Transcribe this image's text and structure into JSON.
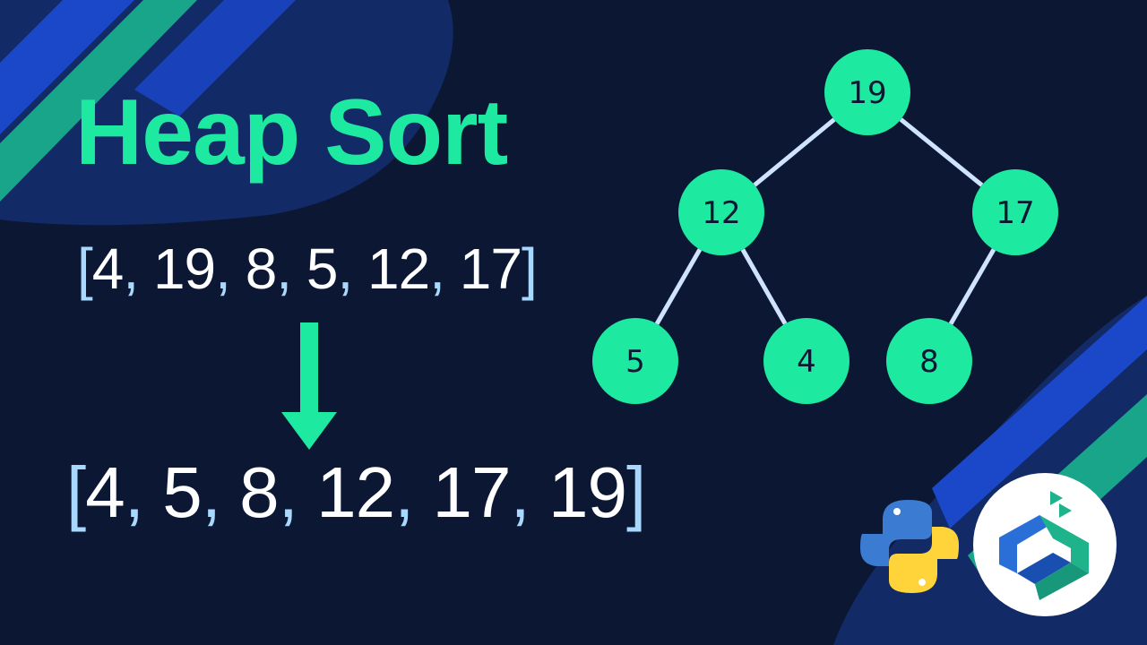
{
  "title": "Heap Sort",
  "unsorted": [
    "4",
    "19",
    "8",
    "5",
    "12",
    "17"
  ],
  "sorted": [
    "4",
    "5",
    "8",
    "12",
    "17",
    "19"
  ],
  "tree": {
    "nodes": [
      {
        "id": "root",
        "label": "19"
      },
      {
        "id": "left",
        "label": "12"
      },
      {
        "id": "right",
        "label": "17"
      },
      {
        "id": "left-left",
        "label": "5"
      },
      {
        "id": "left-right",
        "label": "4"
      },
      {
        "id": "right-left",
        "label": "8"
      }
    ],
    "edges": [
      [
        "root",
        "left"
      ],
      [
        "root",
        "right"
      ],
      [
        "left",
        "left-left"
      ],
      [
        "left",
        "left-right"
      ],
      [
        "right",
        "right-left"
      ]
    ]
  },
  "colors": {
    "background": "#0c1733",
    "accent": "#1de9a0",
    "bracket": "#a9d8ff",
    "edge": "#cfe3ff",
    "python_blue": "#3b7bd1",
    "python_yellow": "#ffd43b"
  },
  "logos": [
    "python-logo",
    "channel-logo"
  ]
}
